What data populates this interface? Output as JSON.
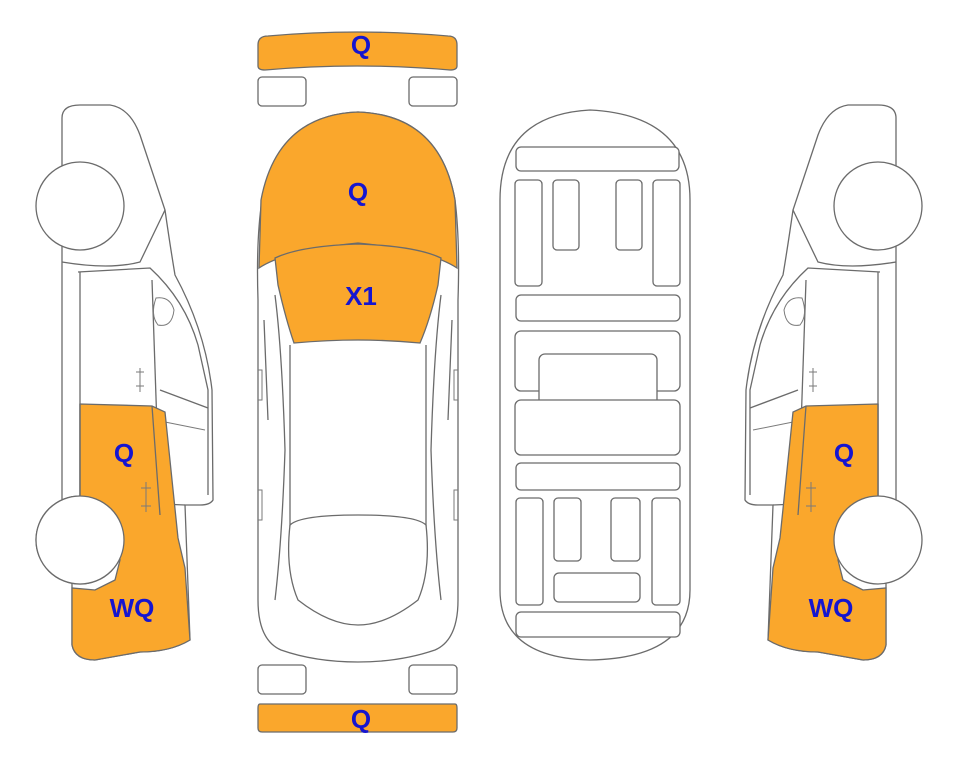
{
  "colors": {
    "damage_fill": "#FAA72C",
    "label_text": "#1515D0",
    "outline": "#6B6B6B"
  },
  "views": {
    "left_side": {
      "zones": [
        {
          "name": "rear-door",
          "code": "Q"
        },
        {
          "name": "rear-quarter",
          "code": "WQ"
        }
      ]
    },
    "top": {
      "zones": [
        {
          "name": "front-bumper",
          "code": "Q"
        },
        {
          "name": "hood",
          "code": "Q"
        },
        {
          "name": "windshield",
          "code": "X1"
        },
        {
          "name": "rear-bumper",
          "code": "Q"
        }
      ]
    },
    "right_side": {
      "zones": [
        {
          "name": "rear-door",
          "code": "Q"
        },
        {
          "name": "rear-quarter",
          "code": "WQ"
        }
      ]
    }
  }
}
